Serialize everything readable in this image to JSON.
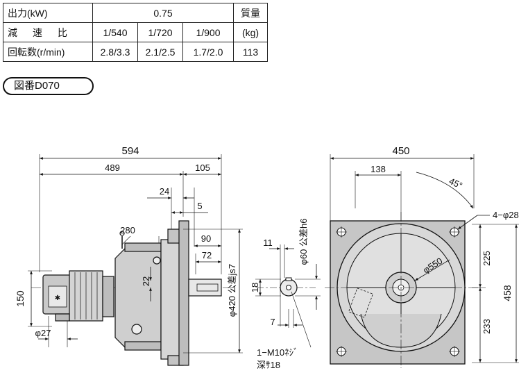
{
  "spec_table": {
    "row1": {
      "label": "出力(kW)",
      "power": "0.75",
      "mass_label": "質量"
    },
    "row2": {
      "label": "減速比",
      "r1": "1/540",
      "r2": "1/720",
      "r3": "1/900",
      "mass_unit": "(kg)"
    },
    "row3": {
      "label": "回転数(r/min)",
      "s1": "2.8/3.3",
      "s2": "2.1/2.5",
      "s3": "1.7/2.0",
      "mass": "113"
    }
  },
  "drawing_number": "図番D070",
  "dimensions": {
    "overall_length": "594",
    "body_length": "489",
    "shaft_length": "105",
    "d24": "24",
    "d5": "5",
    "d280": "280",
    "d90": "90",
    "d72": "72",
    "d22": "22",
    "d150": "150",
    "phi27": "φ27",
    "phi420": "φ420 公差js7",
    "d11": "11",
    "d18": "18",
    "d7": "7",
    "phi60": "φ60 公差h6",
    "tap_line1": "1−M10ﾈｼﾞ",
    "tap_line2": "深ｻ18",
    "d450": "450",
    "d138": "138",
    "angle45": "45°",
    "holes": "4−φ28",
    "phi550": "φ550",
    "d225": "225",
    "d233": "233",
    "d458": "458"
  }
}
